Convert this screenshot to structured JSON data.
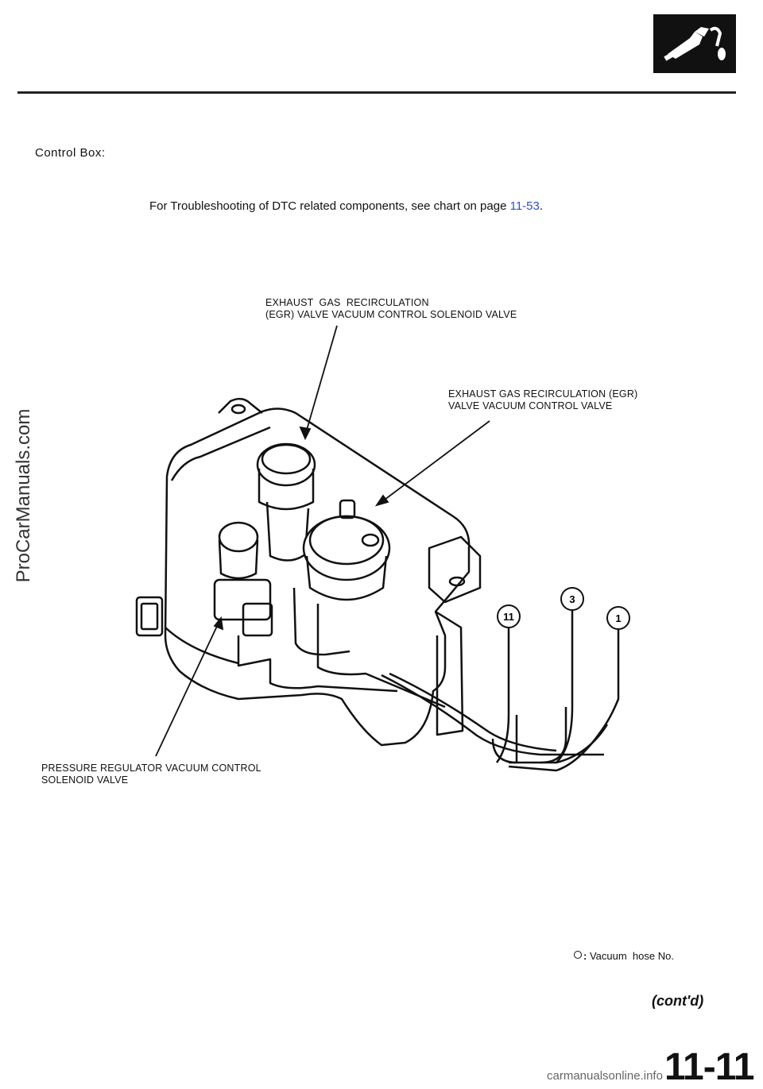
{
  "header": {
    "icon": "fuel-nozzle-icon"
  },
  "section_title": "Control Box:",
  "note": {
    "prefix": "For Troubleshooting of DTC related components, see chart on page ",
    "link": "11-53",
    "suffix": ".",
    "link_color": "#2a4fd6"
  },
  "labels": {
    "egr_solenoid_line1": "EXHAUST  GAS  RECIRCULATION",
    "egr_solenoid_line2": "(EGR) VALVE VACUUM CONTROL SOLENOID VALVE",
    "egr_valve_line1": "EXHAUST GAS RECIRCULATION (EGR)",
    "egr_valve_line2": "VALVE VACUUM CONTROL VALVE",
    "pressure_line1": "PRESSURE REGULATOR VACUUM CONTROL",
    "pressure_line2": "SOLENOID VALVE"
  },
  "hose_numbers": [
    "11",
    "3",
    "1"
  ],
  "legend": {
    "text": "Vacuum  hose No."
  },
  "contd": "(cont'd)",
  "page_number": "11-11",
  "watermarks": {
    "side": "ProCarManuals.com",
    "foot": "carmanualsonline.info"
  }
}
